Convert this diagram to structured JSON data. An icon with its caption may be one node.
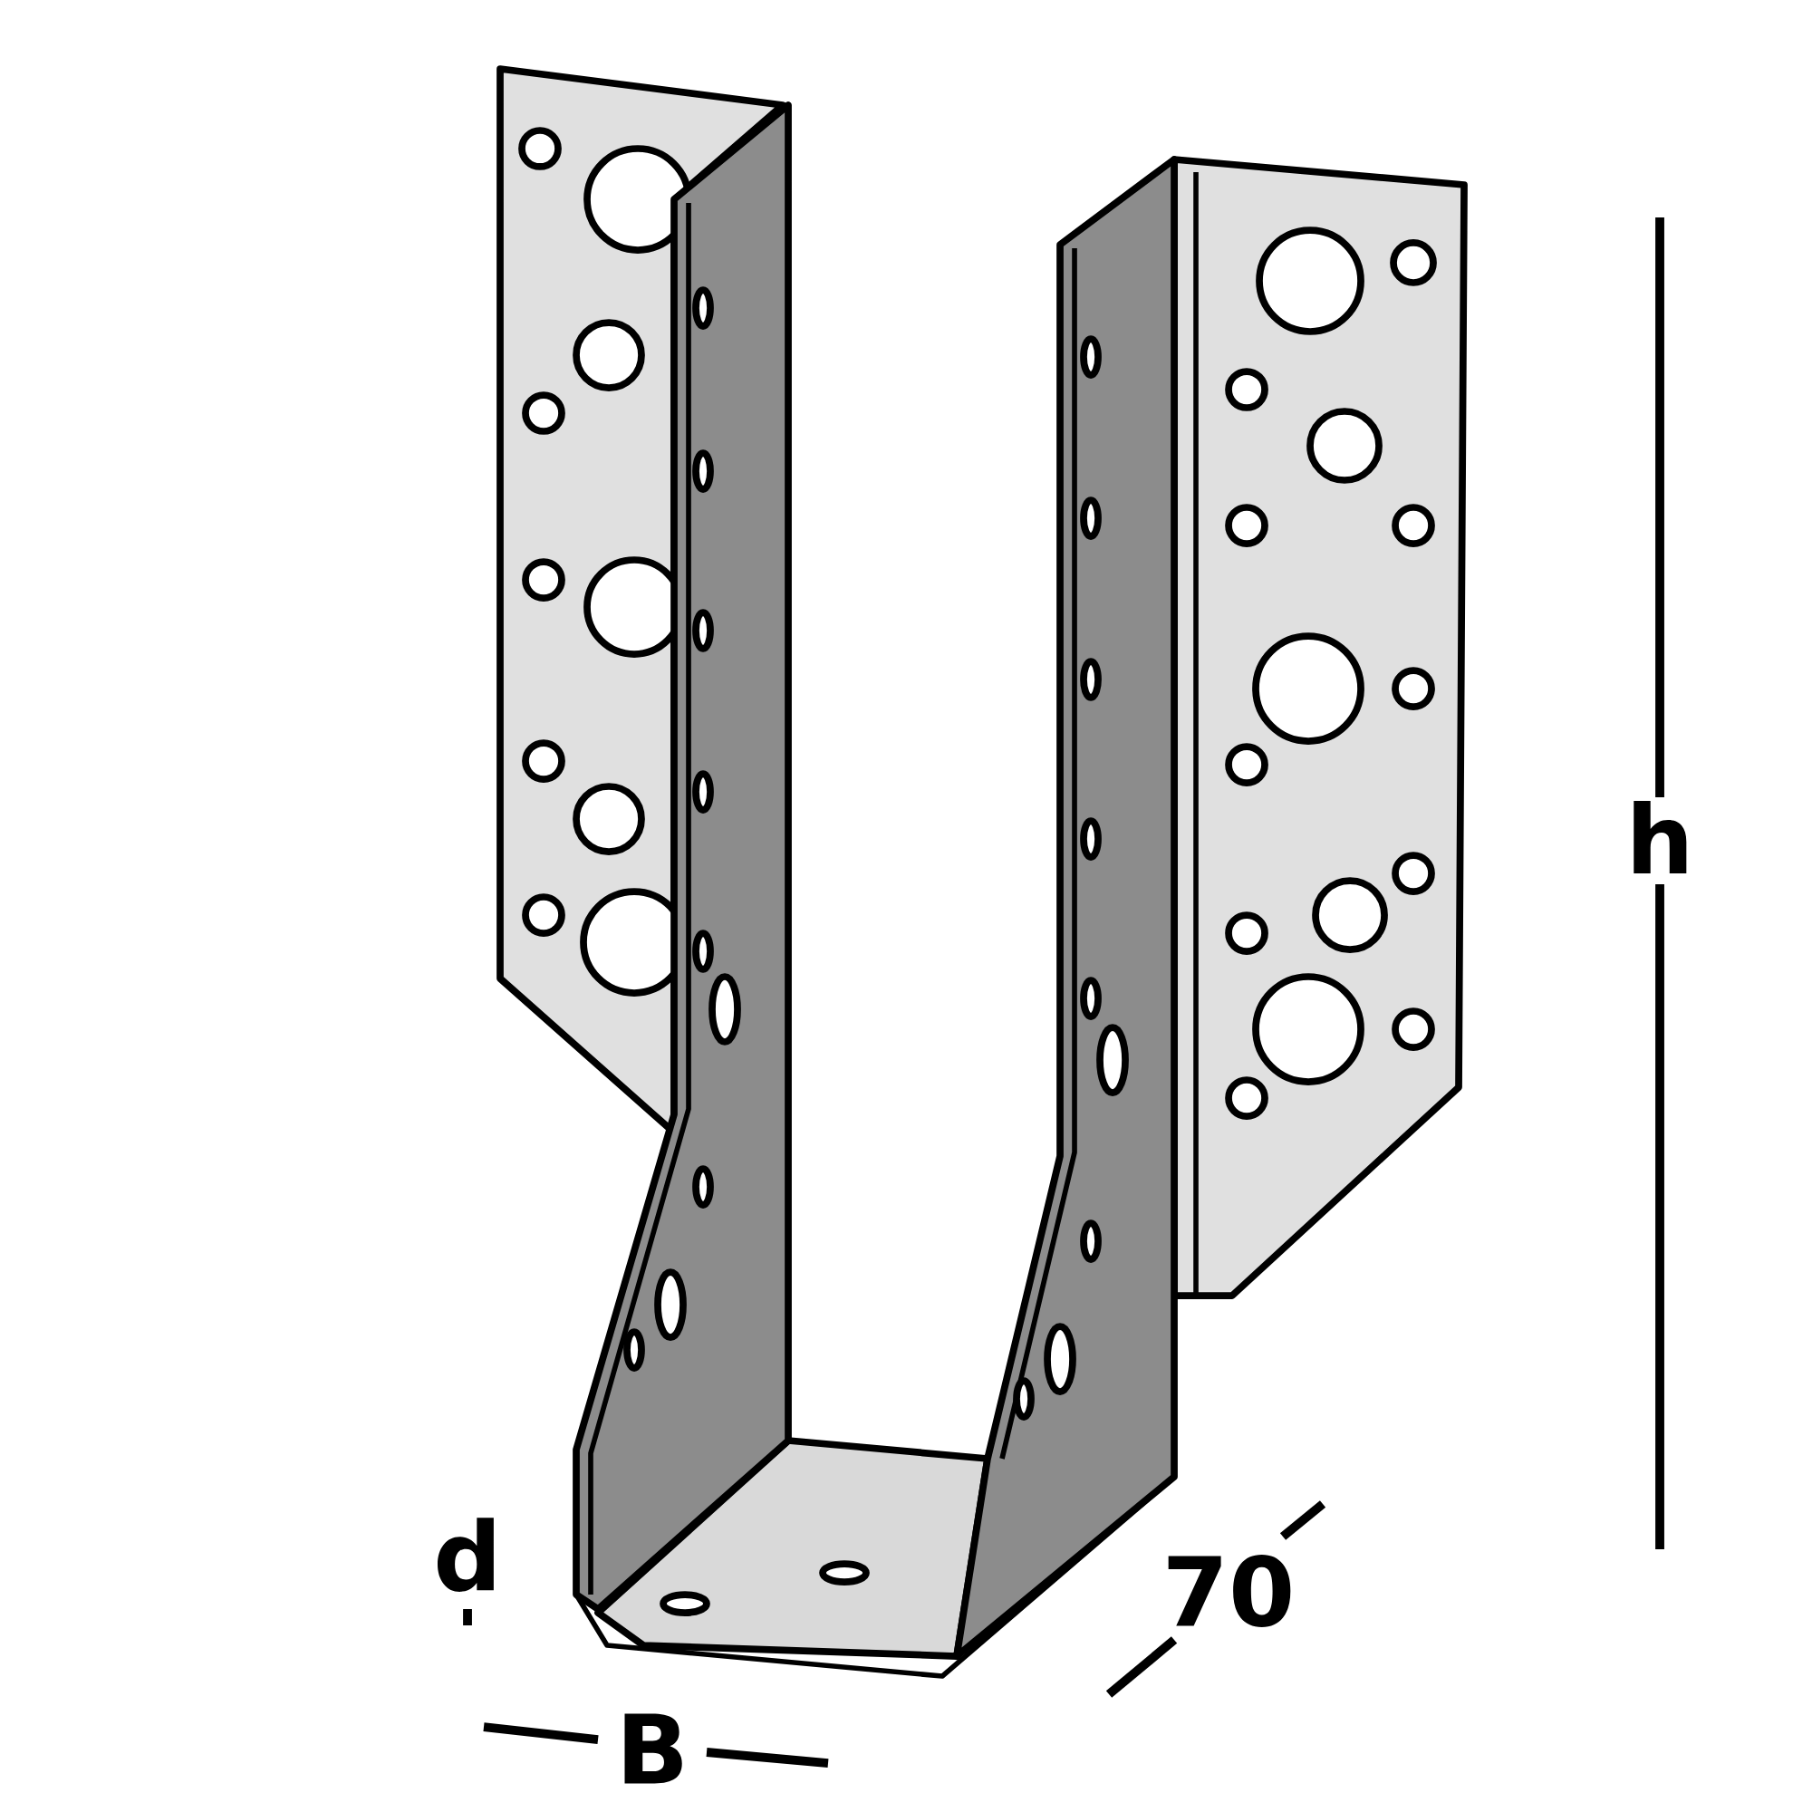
{
  "diagram": {
    "labels": [
      "h",
      "d",
      "70",
      "B"
    ]
  }
}
